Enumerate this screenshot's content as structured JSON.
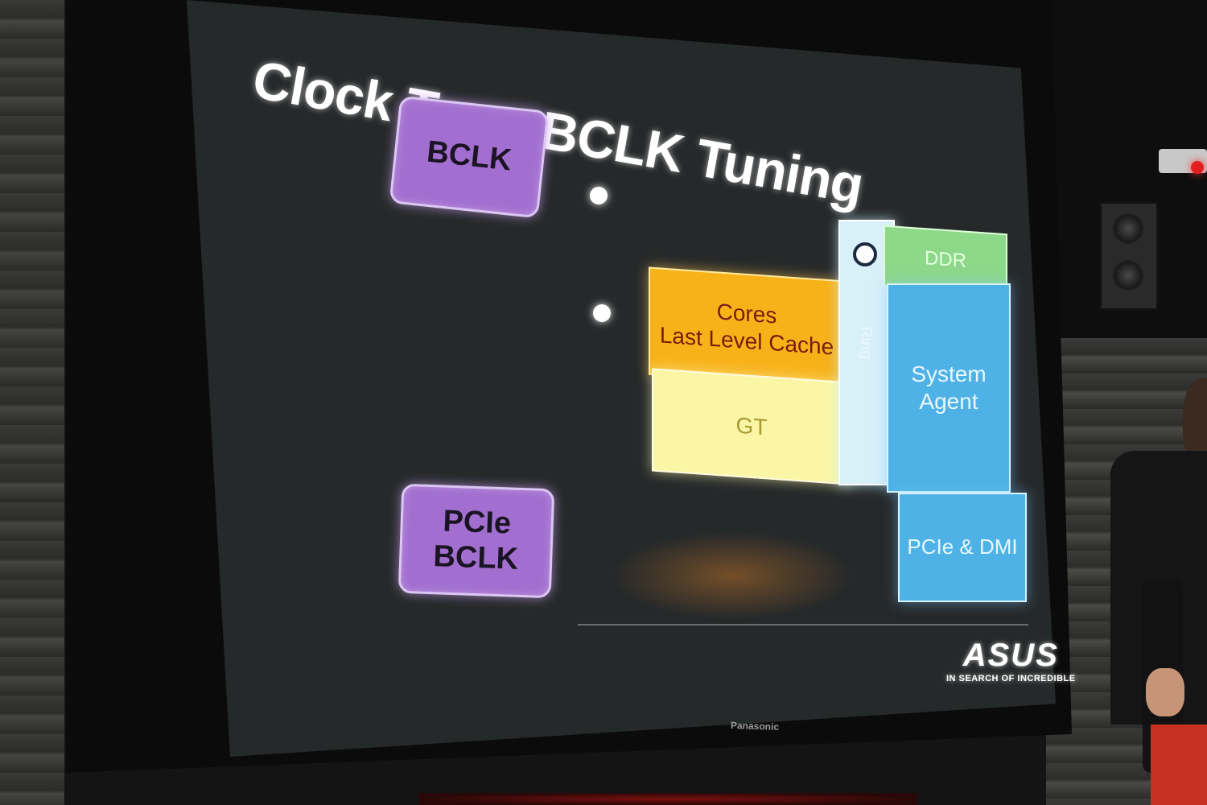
{
  "slide": {
    "title": "Clock Tree: BCLK Tuning",
    "bclk_label": "BCLK",
    "pcie_bclk_line1": "PCIe",
    "pcie_bclk_line2": "BCLK",
    "cores_line1": "Cores",
    "cores_line2": "Last Level Cache",
    "gt_label": "GT",
    "ring_label": "Ring",
    "ddr_label": "DDR",
    "system_agent_line1": "System",
    "system_agent_line2": "Agent",
    "pcie_dmi_label": "PCIe & DMI",
    "logo": "ASUS",
    "tagline": "IN SEARCH OF INCREDIBLE"
  },
  "monitor": {
    "brand": "Panasonic"
  },
  "colors": {
    "bclk_purple": "#a26fd0",
    "cores_orange": "#f7b21a",
    "gt_yellow": "#fbf6a6",
    "ring_blue": "#d8f0f8",
    "ddr_green": "#8ed88a",
    "system_agent_blue": "#4fb2e6",
    "slide_background": "#26292a"
  }
}
